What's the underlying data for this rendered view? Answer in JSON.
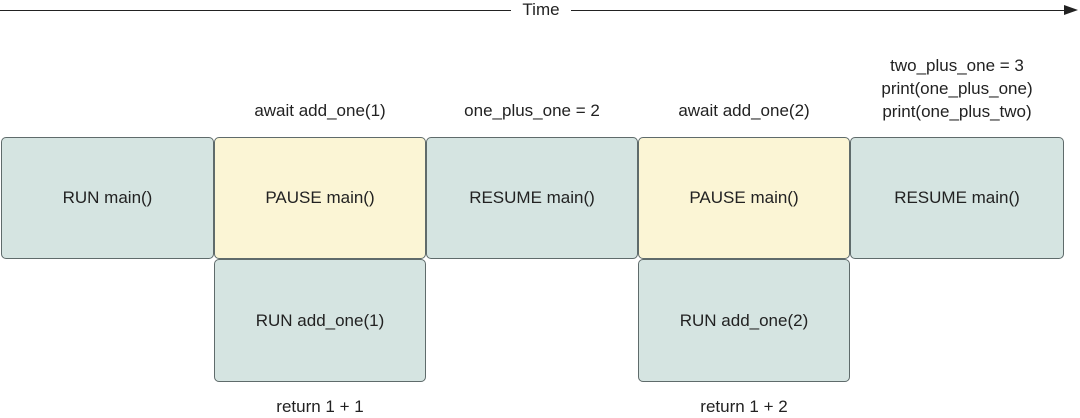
{
  "timeline": {
    "label": "Time"
  },
  "top_row": [
    {
      "text": "RUN main()",
      "state": "run"
    },
    {
      "text": "PAUSE main()",
      "state": "pause"
    },
    {
      "text": "RESUME main()",
      "state": "run"
    },
    {
      "text": "PAUSE main()",
      "state": "pause"
    },
    {
      "text": "RESUME main()",
      "state": "run"
    }
  ],
  "bottom_row": [
    {
      "text": "RUN add_one(1)",
      "state": "run"
    },
    {
      "text": "RUN add_one(2)",
      "state": "run"
    }
  ],
  "annotations_above": {
    "await_1": "await add_one(1)",
    "one_plus_one": "one_plus_one = 2",
    "await_2": "await add_one(2)",
    "final_lines": [
      "two_plus_one = 3",
      "print(one_plus_one)",
      "print(one_plus_two)"
    ]
  },
  "annotations_below": {
    "return_1": "return 1 + 1",
    "return_2": "return 1 + 2"
  },
  "colors": {
    "run": "#d5e4e1",
    "pause": "#fbf5d5",
    "border": "#5f6b6b"
  }
}
